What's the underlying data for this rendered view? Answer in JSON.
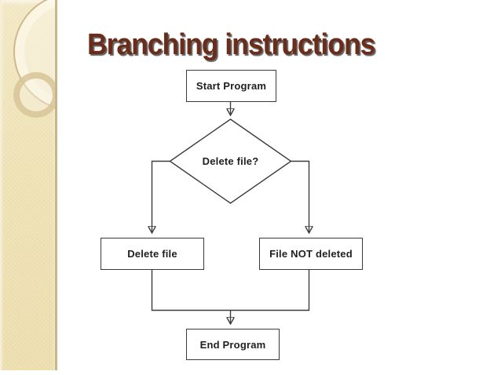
{
  "slide": {
    "title": "Branching instructions"
  },
  "colors": {
    "title_text": "#6B2D1B",
    "title_shadow": "#464646",
    "sidebar_fill": "#EDE0B2",
    "sidebar_edge": "#C8B58A",
    "flowchart_stroke": "#3C3C3C",
    "node_fill": "#FFFFFF",
    "node_text": "#1F1F1F"
  },
  "flowchart": {
    "start": {
      "label": "Start Program",
      "shape": "rectangle"
    },
    "decision": {
      "label": "Delete file?",
      "shape": "diamond"
    },
    "branch_yes": {
      "label": "Delete file",
      "shape": "rectangle"
    },
    "branch_no": {
      "label": "File NOT deleted",
      "shape": "rectangle"
    },
    "end": {
      "label": "End Program",
      "shape": "rectangle"
    }
  }
}
